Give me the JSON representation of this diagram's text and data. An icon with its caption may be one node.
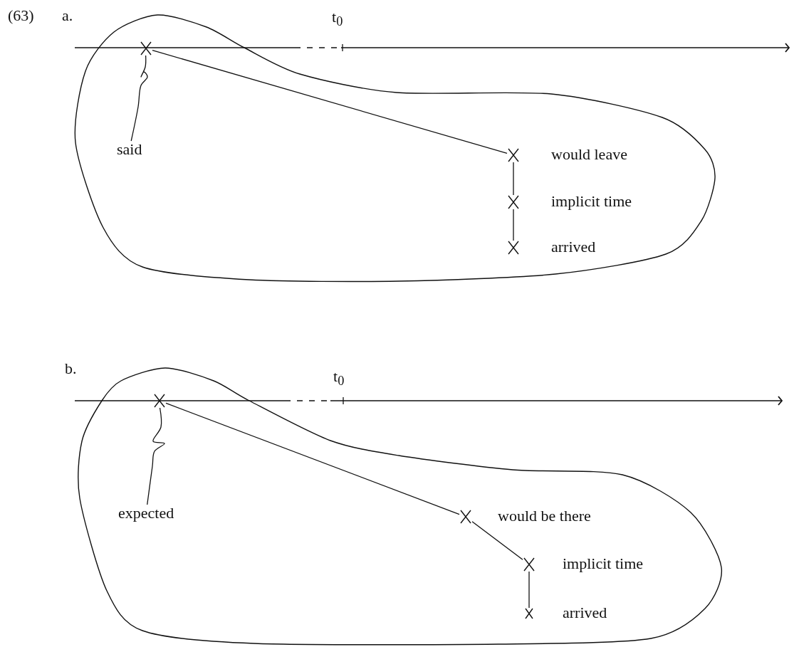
{
  "diagram": {
    "nodes": [
      {
        "text": [],
        "shape": "cloud"
      },
      {
        "text": [],
        "shape": "cross",
        "in": 0
      },
      {
        "text": [
          "said"
        ],
        "in": 0
      },
      {
        "text": [],
        "shape": "cross",
        "in": 0,
        "beside": [
          "would leave"
        ]
      },
      {
        "text": [],
        "shape": "cross",
        "in": 0,
        "beside": [
          "implicit time"
        ]
      },
      {
        "text": [],
        "shape": "cross",
        "in": 0,
        "beside": [
          "arrived"
        ]
      },
      {
        "text": [],
        "shape": "cloud"
      },
      {
        "text": [],
        "shape": "cross",
        "in": 6
      },
      {
        "text": [
          "expected"
        ],
        "in": 6
      },
      {
        "text": [],
        "shape": "cross",
        "in": 6,
        "beside": [
          "would be there"
        ]
      },
      {
        "text": [],
        "shape": "cross",
        "in": 6,
        "beside": [
          "implicit time"
        ]
      },
      {
        "text": [],
        "shape": "cross",
        "in": 6,
        "beside": [
          "arrived"
        ]
      }
    ],
    "edges": [
      {
        "from": 2,
        "to": 1,
        "arrow": "none"
      },
      {
        "from": 1,
        "to": 3,
        "arrow": "none"
      },
      {
        "from": 3,
        "to": 4,
        "arrow": "none"
      },
      {
        "from": 4,
        "to": 5,
        "arrow": "none"
      },
      {
        "from": 8,
        "to": 7,
        "arrow": "none"
      },
      {
        "from": 7,
        "to": 9,
        "arrow": "none"
      },
      {
        "from": 9,
        "to": 10,
        "arrow": "none"
      },
      {
        "from": 10,
        "to": 11,
        "arrow": "none"
      }
    ],
    "labels": [
      "(63)",
      "a.",
      "t$_{0}$",
      "b.",
      "t$_{0}$"
    ]
  }
}
